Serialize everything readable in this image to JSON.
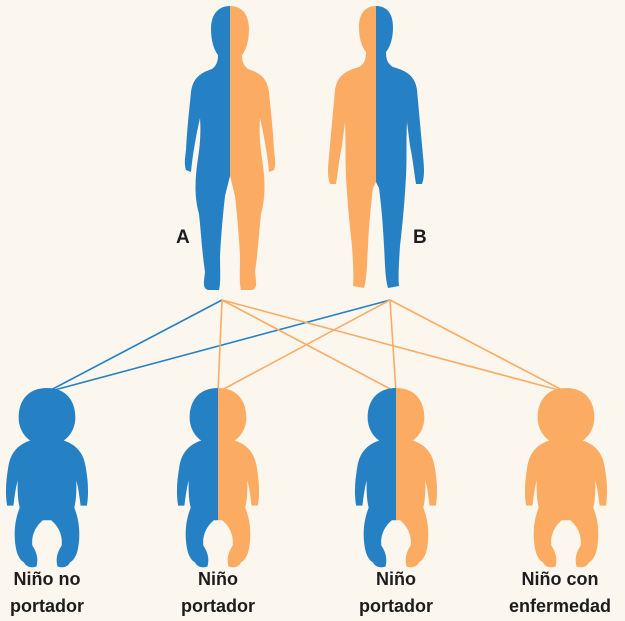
{
  "colors": {
    "dominant": "#2581c4",
    "recessive": "#fbac62",
    "background": "#fbf6ee"
  },
  "parents": [
    {
      "label": "A",
      "figure": "female-silhouette",
      "genes": [
        "dominant",
        "recessive"
      ]
    },
    {
      "label": "B",
      "figure": "male-silhouette",
      "genes": [
        "recessive",
        "dominant"
      ]
    }
  ],
  "children": [
    {
      "line1": "Niño no",
      "line2": "portador",
      "genes": [
        "dominant",
        "dominant"
      ]
    },
    {
      "line1": "Niño",
      "line2": "portador",
      "genes": [
        "dominant",
        "recessive"
      ]
    },
    {
      "line1": "Niño",
      "line2": "portador",
      "genes": [
        "dominant",
        "recessive"
      ]
    },
    {
      "line1": "Niño con",
      "line2": "enfermedad",
      "genes": [
        "recessive",
        "recessive"
      ]
    }
  ]
}
